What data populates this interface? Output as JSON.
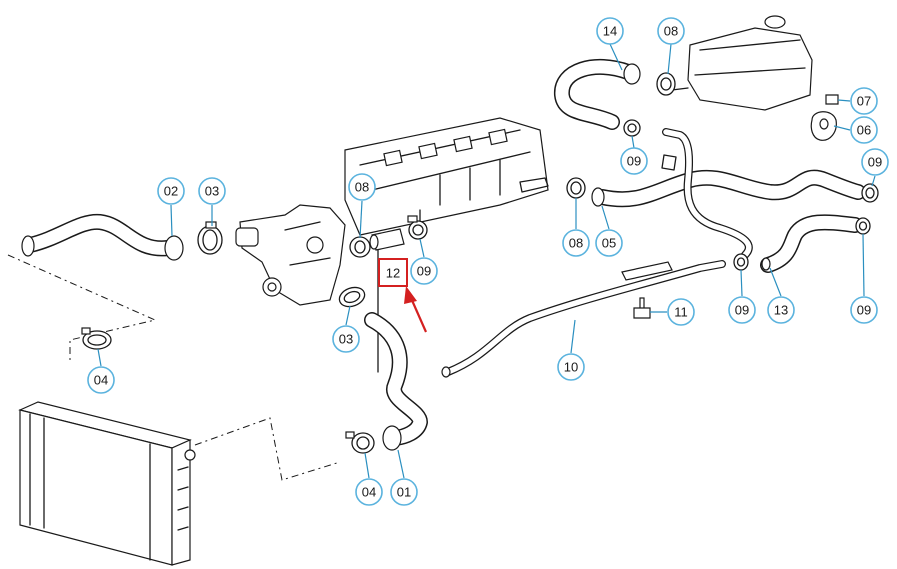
{
  "diagram": {
    "callouts": {
      "c14": "14",
      "c08_top": "08",
      "c07": "07",
      "c06": "06",
      "c09_top": "09",
      "c09_right_top": "09",
      "c02": "02",
      "c03_top": "03",
      "c08_mid": "08",
      "c09_mid": "09",
      "c08_right": "08",
      "c05": "05",
      "c09_bottom_mid": "09",
      "c13": "13",
      "c09_bottom_right": "09",
      "c11": "11",
      "c10": "10",
      "c03_bottom": "03",
      "c04_left": "04",
      "c04_bottom": "04",
      "c01": "01"
    },
    "highlighted_part": "12",
    "colors": {
      "callout_ring": "#5bb3de",
      "highlight": "#d42020",
      "line": "#1a1a1a"
    }
  }
}
